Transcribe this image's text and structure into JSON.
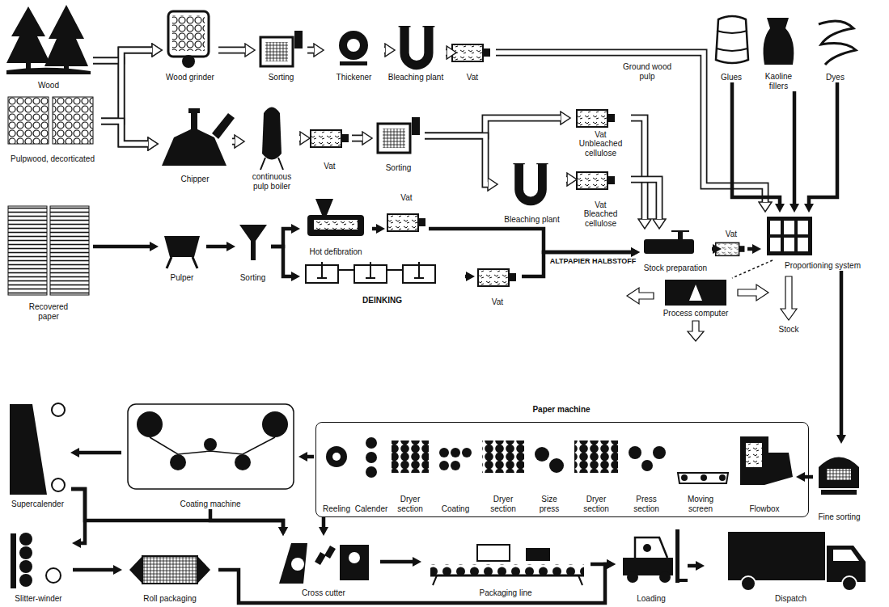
{
  "diagram": {
    "nodes": [
      {
        "text": [
          "Wood"
        ]
      },
      {
        "text": [
          "Pulpwood, decorticated"
        ]
      },
      {
        "text": [
          "Wood grinder"
        ]
      },
      {
        "text": [
          "Sorting"
        ]
      },
      {
        "text": [
          "Thickener"
        ]
      },
      {
        "text": [
          "Bleaching plant"
        ]
      },
      {
        "text": [
          "Vat"
        ]
      },
      {
        "text": [
          "Glues"
        ]
      },
      {
        "text": [
          "Kaoline fillers"
        ]
      },
      {
        "text": [
          "Dyes"
        ]
      },
      {
        "text": [
          "Chipper"
        ]
      },
      {
        "text": [
          "continuous pulp boiler"
        ]
      },
      {
        "text": [
          "Vat"
        ]
      },
      {
        "text": [
          "Sorting"
        ]
      },
      {
        "text": [
          "Vat",
          "Unbleached cellulose"
        ]
      },
      {
        "text": [
          "Bleaching plant"
        ]
      },
      {
        "text": [
          "Vat",
          "Bleached cellulose"
        ]
      },
      {
        "text": [
          "Recovered paper"
        ]
      },
      {
        "text": [
          "Pulper"
        ]
      },
      {
        "text": [
          "Sorting"
        ]
      },
      {
        "text": [
          "Hot defibration"
        ]
      },
      {
        "text": [
          "Vat"
        ]
      },
      {
        "text": [
          "DEINKING"
        ]
      },
      {
        "text": [
          "Vat"
        ]
      },
      {
        "text": [
          "Stock preparation"
        ]
      },
      {
        "text": [
          "Vat"
        ]
      },
      {
        "text": [
          "Proportioning system"
        ]
      },
      {
        "text": [
          "Process computer"
        ]
      },
      {
        "text": [
          "Paper machine"
        ]
      },
      {
        "text": [
          "Reeling"
        ],
        "in": 28
      },
      {
        "text": [
          "Calender"
        ],
        "in": 28
      },
      {
        "text": [
          "Dryer section"
        ],
        "in": 28
      },
      {
        "text": [
          "Coating"
        ],
        "in": 28
      },
      {
        "text": [
          "Dryer section"
        ],
        "in": 28
      },
      {
        "text": [
          "Size press"
        ],
        "in": 28
      },
      {
        "text": [
          "Dryer section"
        ],
        "in": 28
      },
      {
        "text": [
          "Press section"
        ],
        "in": 28
      },
      {
        "text": [
          "Moving screen"
        ],
        "in": 28
      },
      {
        "text": [
          "Flowbox"
        ],
        "in": 28
      },
      {
        "text": [
          "Fine sorting"
        ]
      },
      {
        "text": [
          "Supercalender"
        ]
      },
      {
        "text": [
          "Coating machine"
        ]
      },
      {
        "text": [
          "Slitter-winder"
        ]
      },
      {
        "text": [
          "Roll packaging"
        ]
      },
      {
        "text": [
          "Cross cutter"
        ]
      },
      {
        "text": [
          "Packaging line"
        ]
      },
      {
        "text": [
          "Loading"
        ]
      },
      {
        "text": [
          "Dispatch"
        ]
      }
    ],
    "edges": [
      {
        "from": 0,
        "to": 2,
        "arrow": "to"
      },
      {
        "from": 0,
        "to": 10,
        "arrow": "to"
      },
      {
        "from": 1,
        "to": 2,
        "arrow": "to"
      },
      {
        "from": 1,
        "to": 10,
        "arrow": "to"
      },
      {
        "from": 2,
        "to": 3,
        "arrow": "to"
      },
      {
        "from": 3,
        "to": 4,
        "arrow": "to"
      },
      {
        "from": 4,
        "to": 5,
        "arrow": "to"
      },
      {
        "from": 5,
        "to": 6,
        "arrow": "to"
      },
      {
        "from": 6,
        "to": 26,
        "label": "Ground wood pulp",
        "arrow": "to"
      },
      {
        "from": 7,
        "to": 26,
        "arrow": "to"
      },
      {
        "from": 8,
        "to": 26,
        "arrow": "to"
      },
      {
        "from": 9,
        "to": 26,
        "arrow": "to"
      },
      {
        "from": 10,
        "to": 11,
        "arrow": "to"
      },
      {
        "from": 11,
        "to": 12,
        "arrow": "to"
      },
      {
        "from": 12,
        "to": 13,
        "arrow": "to"
      },
      {
        "from": 13,
        "to": 14,
        "arrow": "to"
      },
      {
        "from": 13,
        "to": 15,
        "arrow": "to"
      },
      {
        "from": 15,
        "to": 16,
        "arrow": "to"
      },
      {
        "from": 14,
        "to": 24,
        "arrow": "to"
      },
      {
        "from": 16,
        "to": 24,
        "arrow": "to"
      },
      {
        "from": 17,
        "to": 18,
        "arrow": "to"
      },
      {
        "from": 18,
        "to": 19,
        "arrow": "to"
      },
      {
        "from": 19,
        "to": 20,
        "arrow": "to"
      },
      {
        "from": 19,
        "to": 22,
        "arrow": "to"
      },
      {
        "from": 20,
        "to": 21,
        "arrow": "to"
      },
      {
        "from": 22,
        "to": 23,
        "arrow": "to"
      },
      {
        "from": 21,
        "to": 24,
        "label": "ALTPAPIER HALBSTOFF",
        "arrow": "to"
      },
      {
        "from": 23,
        "to": 24,
        "arrow": "to"
      },
      {
        "from": 24,
        "to": 25,
        "arrow": "to"
      },
      {
        "from": 25,
        "to": 26,
        "arrow": "to"
      },
      {
        "from": 26,
        "to": 39,
        "arrow": "to"
      },
      {
        "from": 39,
        "to": 38,
        "arrow": "to"
      },
      {
        "from": 28,
        "to": 41,
        "arrow": "to"
      },
      {
        "from": 41,
        "to": 40,
        "arrow": "to"
      },
      {
        "from": 40,
        "to": 42,
        "arrow": "to"
      },
      {
        "from": 40,
        "to": 44,
        "arrow": "to"
      },
      {
        "from": 41,
        "to": 44,
        "arrow": "to"
      },
      {
        "from": 28,
        "to": 44,
        "arrow": "to"
      },
      {
        "from": 42,
        "to": 43,
        "arrow": "to"
      },
      {
        "from": 43,
        "to": 46,
        "arrow": "to"
      },
      {
        "from": 44,
        "to": 45,
        "arrow": "to"
      },
      {
        "from": 45,
        "to": 46,
        "arrow": "to"
      },
      {
        "from": 46,
        "to": 47,
        "arrow": "to"
      }
    ],
    "labels": [
      "Stock"
    ]
  }
}
